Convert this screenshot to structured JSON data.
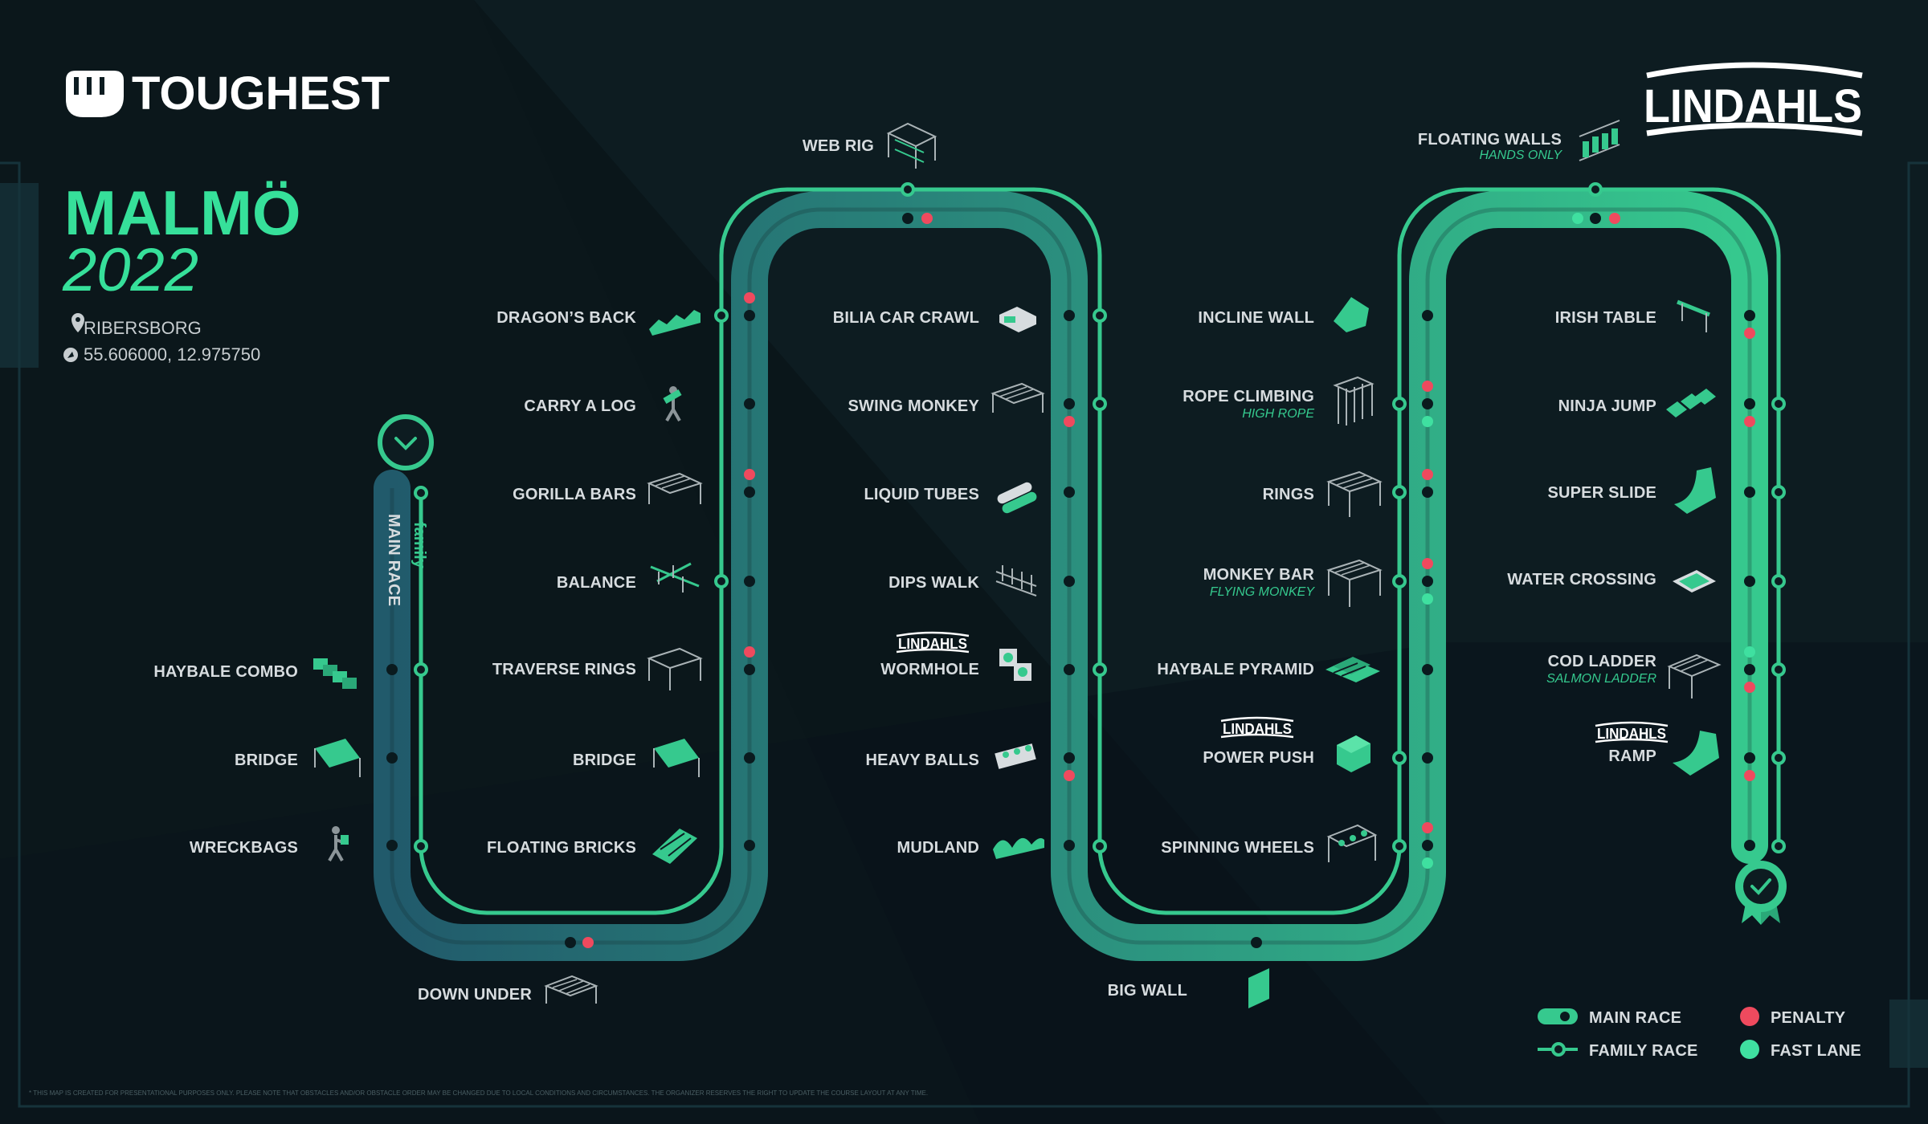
{
  "brand": {
    "name": "TOUGHEST",
    "partner": "LINDAHLS",
    "partner_small": "LINDAHLS"
  },
  "event": {
    "city": "MALMÖ",
    "year": "2022",
    "venue": "RIBERSBORG",
    "coords": "55.606000, 12.975750"
  },
  "tracks": {
    "main_label": "MAIN RACE",
    "family_label": "family"
  },
  "obstacles": {
    "haybale_combo": "HAYBALE COMBO",
    "bridge_1": "BRIDGE",
    "wreckbags": "WRECKBAGS",
    "down_under": "DOWN UNDER",
    "dragons_back": "DRAGON’S BACK",
    "carry_a_log": "CARRY A LOG",
    "gorilla_bars": "GORILLA BARS",
    "balance": "BALANCE",
    "traverse_rings": "TRAVERSE RINGS",
    "bridge_2": "BRIDGE",
    "floating_bricks": "FLOATING BRICKS",
    "web_rig": "WEB RIG",
    "bilia_car_crawl": "BILIA CAR CRAWL",
    "swing_monkey": "SWING MONKEY",
    "liquid_tubes": "LIQUID TUBES",
    "dips_walk": "DIPS WALK",
    "wormhole": "WORMHOLE",
    "heavy_balls": "HEAVY BALLS",
    "mudland": "MUDLAND",
    "big_wall": "BIG WALL",
    "incline_wall": "INCLINE WALL",
    "rope_climbing": "ROPE CLIMBING",
    "rope_climbing_sub": "HIGH ROPE",
    "rings": "RINGS",
    "monkey_bar": "MONKEY BAR",
    "monkey_bar_sub": "FLYING MONKEY",
    "haybale_pyramid": "HAYBALE PYRAMID",
    "power_push": "POWER PUSH",
    "spinning_wheels": "SPINNING WHEELS",
    "floating_walls": "FLOATING WALLS",
    "floating_walls_sub": "HANDS ONLY",
    "irish_table": "IRISH TABLE",
    "ninja_jump": "NINJA JUMP",
    "super_slide": "SUPER SLIDE",
    "water_crossing": "WATER CROSSING",
    "cod_ladder": "COD LADDER",
    "cod_ladder_sub": "SALMON LADDER",
    "ramp": "RAMP"
  },
  "legend": {
    "main_race": "MAIN RACE",
    "family_race": "FAMILY RACE",
    "penalty": "PENALTY",
    "fast_lane": "FAST LANE"
  },
  "disclaimer": "* THIS MAP IS CREATED FOR PRESENTATIONAL PURPOSES ONLY. PLEASE NOTE THAT OBSTACLES AND/OR OBSTACLE ORDER MAY BE CHANGED DUE TO LOCAL CONDITIONS AND CIRCUMSTANCES. THE ORGANIZER RESERVES THE RIGHT TO UPDATE THE COURSE LAYOUT AT ANY TIME.",
  "colors": {
    "background": "#0c1b20",
    "main_track_start": "#215a6b",
    "main_track_end": "#36c98e",
    "family": "#36c98e",
    "penalty": "#ef4a5e",
    "fast_lane": "#3fe0a0",
    "text": "#d7dcdf",
    "accent": "#35e09a"
  }
}
